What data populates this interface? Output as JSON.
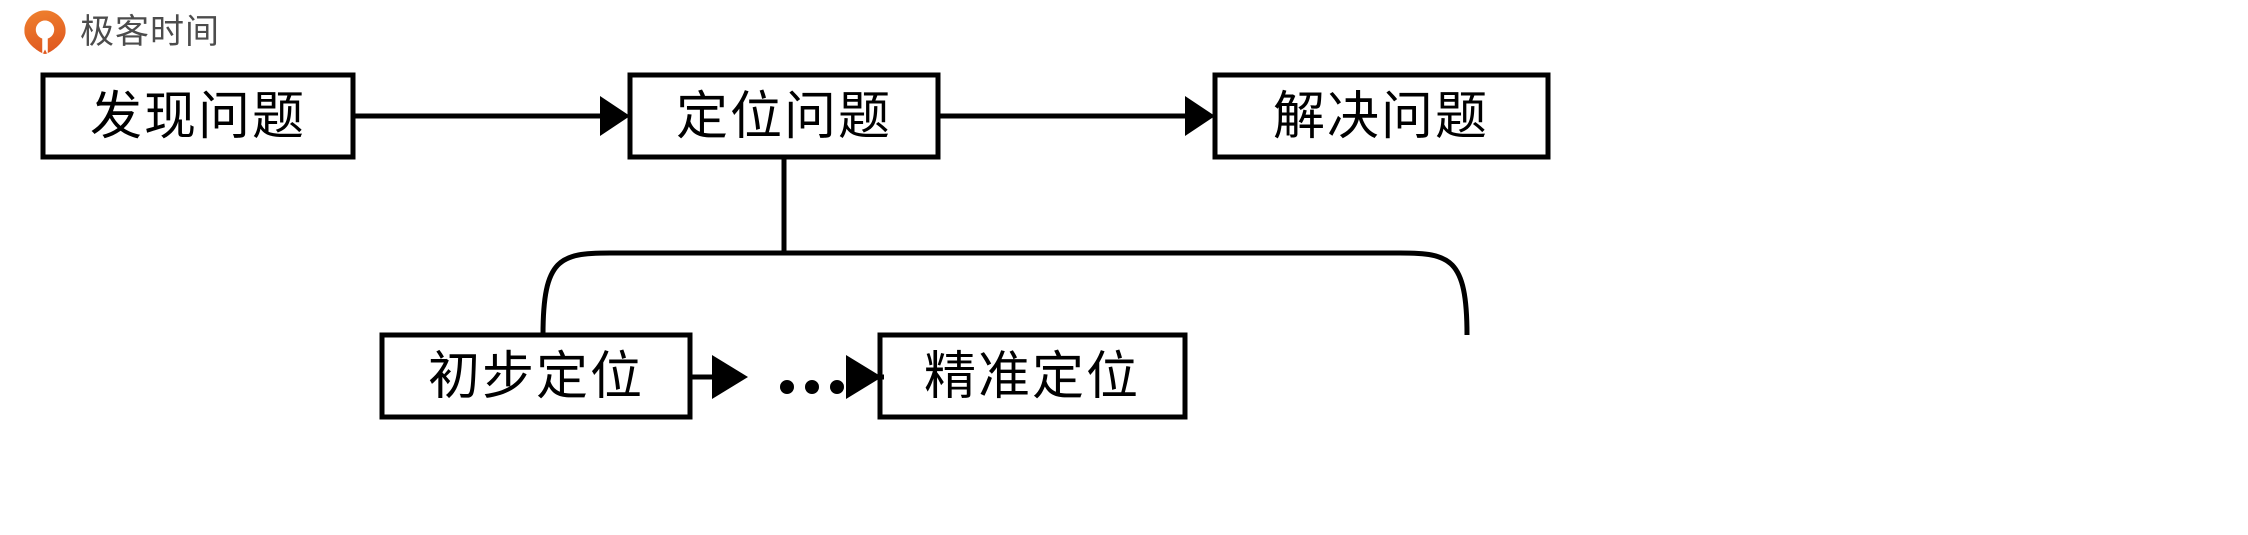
{
  "brand": {
    "name": "极客时间",
    "logo_icon": "geektime-mark-icon",
    "logo_color": "#e8622a",
    "text_color": "#4c4c4c"
  },
  "diagram": {
    "type": "flowchart",
    "stroke_color": "#000000",
    "fill_color": "#ffffff",
    "nodes": [
      {
        "id": "discover",
        "label": "发现问题",
        "row": "top"
      },
      {
        "id": "locate",
        "label": "定位问题",
        "row": "top"
      },
      {
        "id": "solve",
        "label": "解决问题",
        "row": "top"
      },
      {
        "id": "rough",
        "label": "初步定位",
        "row": "bottom"
      },
      {
        "id": "precise",
        "label": "精准定位",
        "row": "bottom"
      }
    ],
    "ellipsis": "…",
    "edges": [
      {
        "from": "discover",
        "to": "locate",
        "style": "arrow"
      },
      {
        "from": "locate",
        "to": "solve",
        "style": "arrow"
      },
      {
        "from": "locate",
        "to": "rough",
        "style": "bracket"
      },
      {
        "from": "locate",
        "to": "precise",
        "style": "bracket"
      },
      {
        "from": "rough",
        "to": "ellipsis",
        "style": "arrow"
      },
      {
        "from": "ellipsis",
        "to": "precise",
        "style": "arrow"
      }
    ]
  }
}
